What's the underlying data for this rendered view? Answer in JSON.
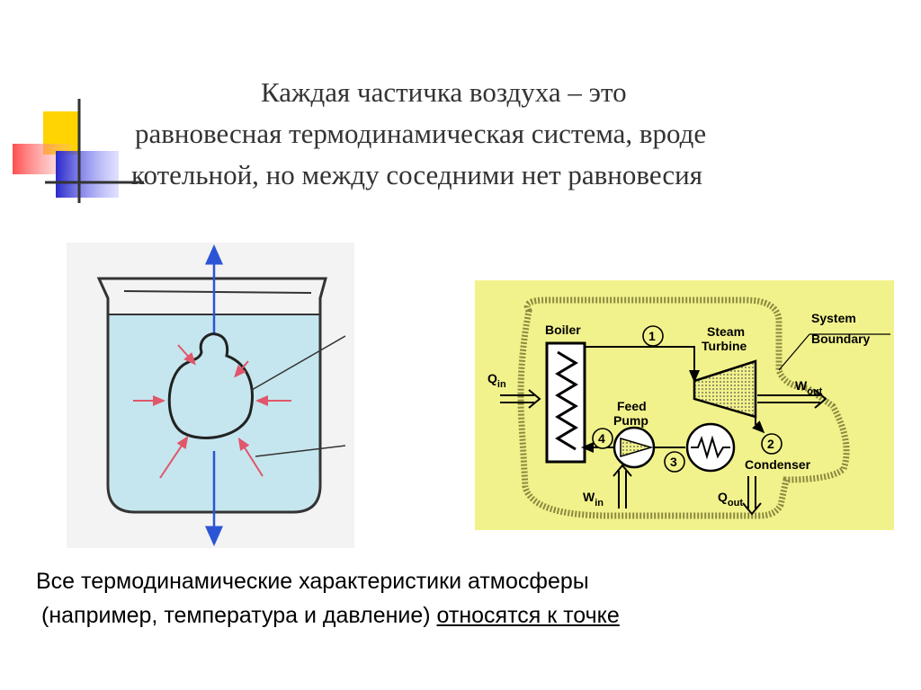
{
  "title": {
    "line1": "Каждая частичка воздуха – это",
    "line2": "равновесная термодинамическая система, вроде",
    "line3": "котельной, но между соседними нет равновесия"
  },
  "diagram": {
    "boiler": "Boiler",
    "steam": "Steam",
    "turbine": "Turbine",
    "system": "System",
    "boundary": "Boundary",
    "feed": "Feed",
    "pump": "Pump",
    "condenser": "Condenser",
    "q_in": "Q",
    "q_in_sub": "in",
    "w_out": "W",
    "w_out_sub": "out",
    "w_in": "W",
    "w_in_sub": "in",
    "q_out": "Q",
    "q_out_sub": "out",
    "state1": "1",
    "state2": "2",
    "state3": "3",
    "state4": "4"
  },
  "bottom_text": {
    "line1": "Все термодинамические характеристики атмосферы",
    "line2_prefix": "(например, температура и давление) ",
    "line2_underlined": "относятся к точке"
  },
  "colors": {
    "water": "#c5e6ee",
    "cycle_bg": "#f2f28c",
    "arrow_blue": "#2c55d6",
    "arrow_red": "#e0566a"
  }
}
